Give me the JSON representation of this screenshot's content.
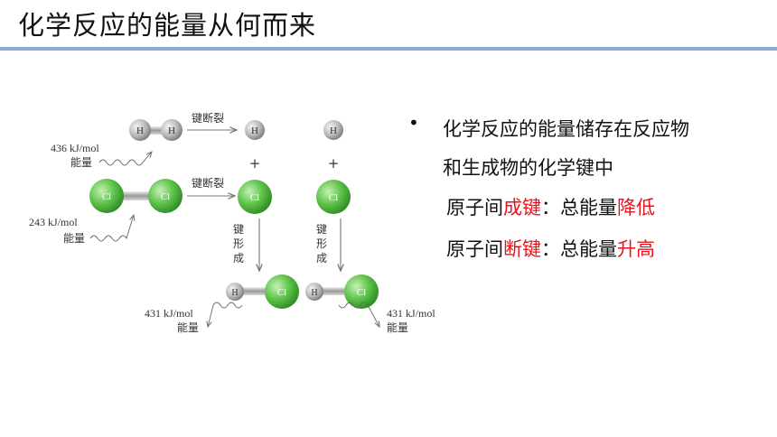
{
  "slide": {
    "title": "化学反应的能量从何而来"
  },
  "diagram": {
    "h2_energy": "436 kJ/mol",
    "cl2_energy": "243 kJ/mol",
    "energy_word": "能量",
    "bond_break": "键断裂",
    "bond_form": [
      "键",
      "形",
      "成"
    ],
    "plus": "+",
    "h_atom": "H",
    "cl_atom": "Cl",
    "hcl_energy_left": "431 kJ/mol",
    "hcl_energy_right": "431 kJ/mol"
  },
  "bullet": {
    "line1": "化学反应的能量储存在反应物",
    "line2": "和生成物的化学键中",
    "sub1": {
      "prefix": "原子间",
      "highlight": "成键",
      "middle": "：总能量",
      "result": "降低"
    },
    "sub2": {
      "prefix": "原子间",
      "highlight": "断键",
      "middle": "：总能量",
      "result": "升高"
    }
  },
  "colors": {
    "accent_rule": "#8fa6d6",
    "highlight": "#e8141c",
    "cl_green": "#5cc248",
    "h_gray": "#a8a8a8"
  }
}
